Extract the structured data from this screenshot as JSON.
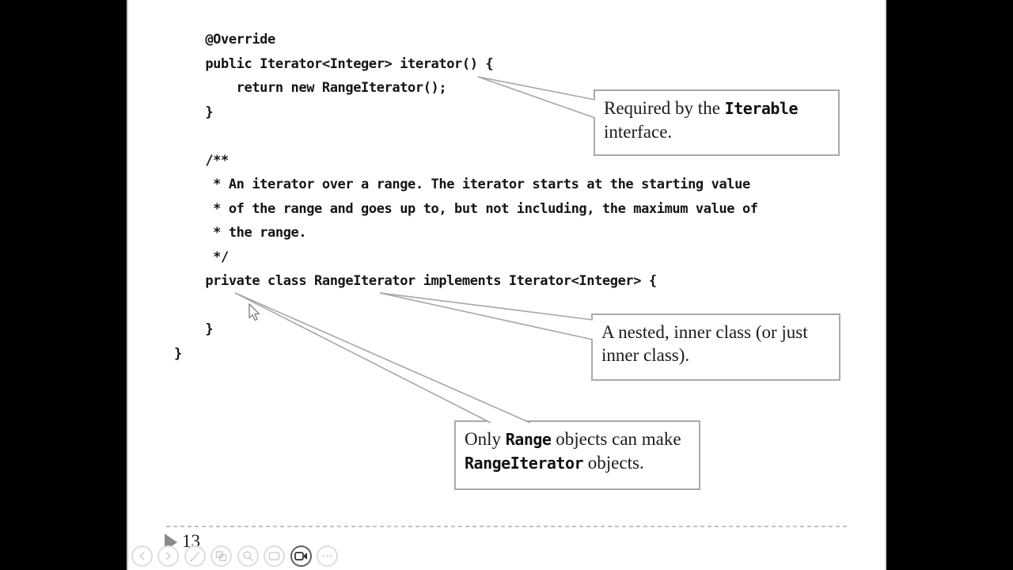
{
  "slide": {
    "code": {
      "lines": [
        "    @Override",
        "    public Iterator<Integer> iterator() {",
        "        return new RangeIterator();",
        "    }",
        "",
        "    /**",
        "     * An iterator over a range. The iterator starts at the starting value",
        "     * of the range and goes up to, but not including, the maximum value of",
        "     * the range.",
        "     */",
        "    private class RangeIterator implements Iterator<Integer> {",
        "",
        "    }",
        "}"
      ]
    },
    "callouts": [
      {
        "part1": "Required by the ",
        "part2": "Iterable",
        "part3": " interface."
      },
      {
        "part1": "A nested, inner class (or just inner class)."
      },
      {
        "part1": "Only ",
        "part2": "Range",
        "part3": " objects can make ",
        "part4": "RangeIterator",
        "part5": " objects."
      }
    ]
  },
  "footer": {
    "page_number": "13",
    "buttons": [
      {
        "icon": "chevron-left-icon",
        "name": "previous-slide-button"
      },
      {
        "icon": "chevron-right-icon",
        "name": "next-slide-button"
      },
      {
        "icon": "pen-icon",
        "name": "pen-tools-button"
      },
      {
        "icon": "all-slides-icon",
        "name": "see-all-slides-button"
      },
      {
        "icon": "magnifier-icon",
        "name": "zoom-button"
      },
      {
        "icon": "screen-icon",
        "name": "screen-options-button"
      },
      {
        "icon": "camera-icon",
        "name": "camera-button"
      },
      {
        "icon": "ellipsis-icon",
        "name": "more-options-button"
      }
    ]
  },
  "colors": {
    "letterbox": "#000000",
    "slide_background": "#ffffff",
    "callout_border": "#a9a9a9",
    "connector_line": "#a6a6a6",
    "code_text": "#141414",
    "marker_gray": "#8a8a8a"
  }
}
